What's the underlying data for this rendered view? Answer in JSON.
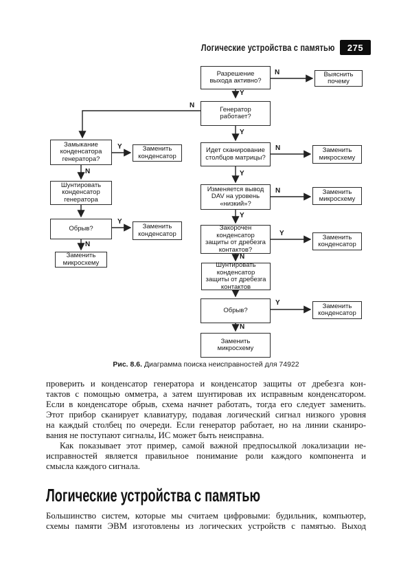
{
  "header": {
    "title": "Логические устройства с памятью",
    "page_number": "275"
  },
  "flowchart": {
    "label_yes": "Y",
    "label_no": "N",
    "nodes": {
      "output_enable": "Разрешение\nвыхода активно?",
      "find_why": "Выяснить\nпочему",
      "generator": "Генератор\nработает?",
      "gen_cap_short": "Замыкание\nконденсатора\nгенератора?",
      "replace_cap_1": "Заменить\nконденсатор",
      "shunt_gen_cap": "Шунтировать\nконденсатор\nгенератора",
      "open_1": "Обрыв?",
      "replace_cap_2": "Заменить\nконденсатор",
      "replace_ic_left": "Заменить\nмикросхему",
      "scan_columns": "Идет сканирование\nстолбцов матрицы?",
      "replace_ic_1": "Заменить\nмикросхему",
      "dav_low": "Изменяется вывод\nDAV на уровень\n«низкий»?",
      "replace_ic_2": "Заменить\nмикросхему",
      "bounce_cap_short": "Закорочен\nконденсатор\nзащиты от дребезга\nконтактов?",
      "replace_cap_3": "Заменить\nконденсатор",
      "shunt_bounce_cap": "Шунтировать\nконденсатор\nзащиты от дребезга\nконтактов",
      "open_2": "Обрыв?",
      "replace_cap_4": "Заменить\nконденсатор",
      "replace_ic_final": "Заменить\nмикросхему"
    }
  },
  "caption": {
    "prefix": "Рис. 8.6.",
    "text": "Диаграмма поиска неисправностей для 74922"
  },
  "body": {
    "para1": [
      "проверить и конденсатор генератора и конденсатор защиты от дребезга кон-",
      "тактов с помощью омметра, а затем шунтировав их исправным конденсатором.",
      "Если в конденсаторе обрыв, схема начнет работать, тогда его следует заменить.",
      "Этот прибор сканирует клавиатуру, подавая логический сигнал низкого уровня",
      "на каждый столбец по очереди. Если генератор работает, но на линии сканиро-",
      "вания не поступают сигналы, ИС может быть неисправна."
    ],
    "para2": [
      "Как показывает этот пример, самой важной предпосылкой локализации не-",
      "исправностей является правильное понимание роли каждого компонента и",
      "смысла каждого сигнала."
    ],
    "section_heading": "Логические устройства с памятью",
    "para3": [
      "Большинство систем, которые мы считаем цифровыми: будильник, компьютер,",
      "схемы памяти ЭВМ изготовлены из логических устройств с памятью. Выход"
    ]
  },
  "colors": {
    "ink": "#1b1b1b",
    "badge_bg": "#0d0d0d",
    "page_bg": "#ffffff"
  }
}
